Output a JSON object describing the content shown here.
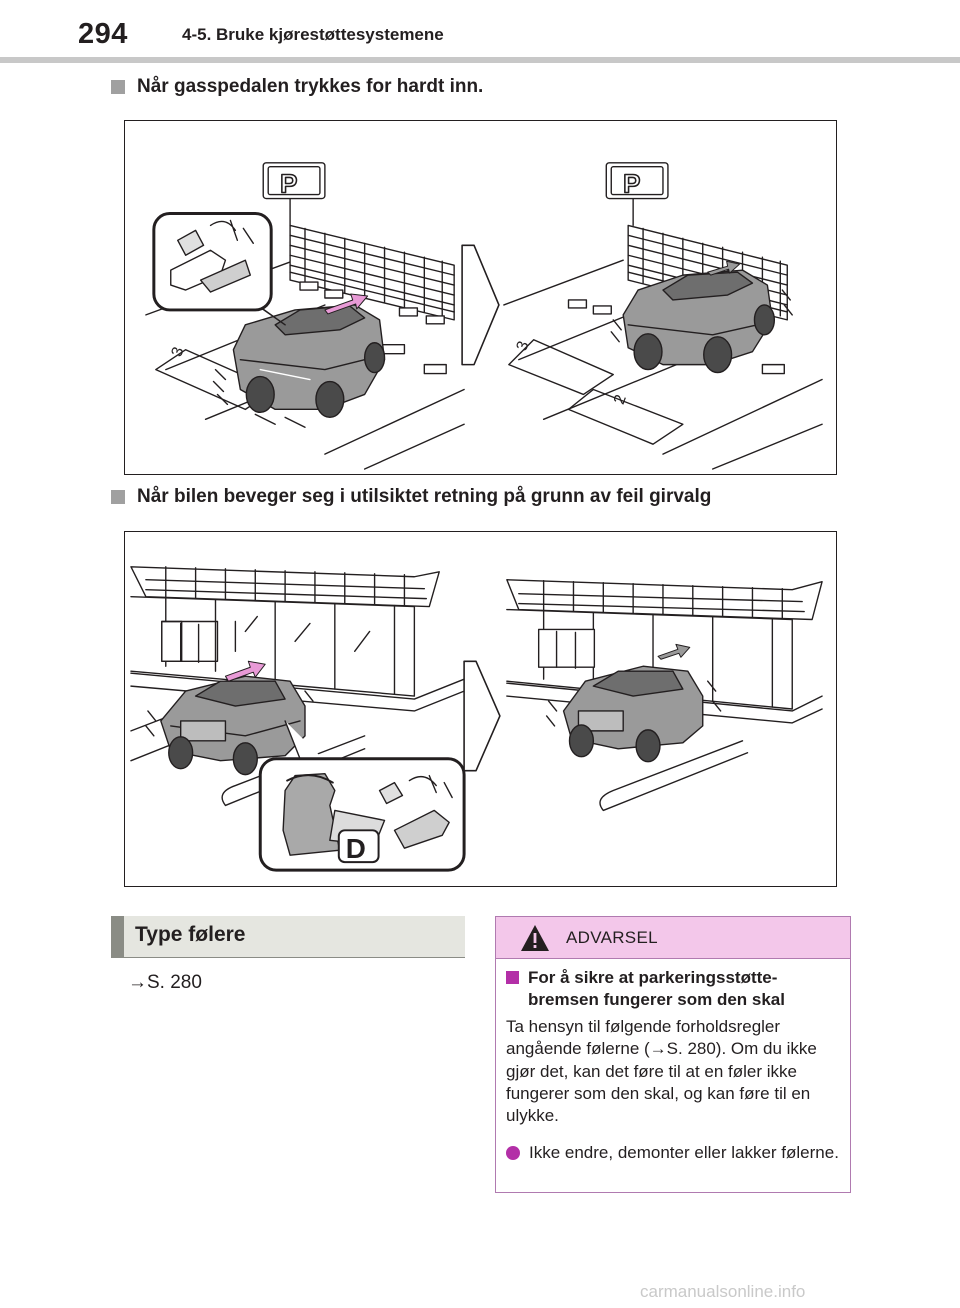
{
  "header": {
    "page_number": "294",
    "chapter_title": "4-5. Bruke kjørestøttesystemene"
  },
  "sections": [
    {
      "heading": "Når gasspedalen trykkes for hardt inn."
    },
    {
      "heading": "Når bilen beveger seg i utilsiktet retning på grunn av feil girvalg"
    }
  ],
  "figure1": {
    "sign_letter_left": "P",
    "sign_letter_right": "P",
    "slot_left": "3",
    "slot_right_a": "3",
    "slot_right_b": "2"
  },
  "figure2": {
    "gear_label": "D"
  },
  "type_sensors": {
    "heading": "Type følere",
    "xref": "→S. 280"
  },
  "warning": {
    "title": "ADVARSEL",
    "bullet_heading": "For å sikre at parkeringsstøtte-bremsen fungerer som den skal",
    "paragraph": "Ta hensyn til følgende forholdsregler angående følerne (→S. 280). Om du ikke gjør det, kan det føre til at en føler ikke fungerer som den skal, og kan føre til en ulykke.",
    "item": "Ikke endre, demonter eller lakker følerne."
  },
  "colors": {
    "accent_warning": "#b32fa7",
    "warning_header_bg": "#f3c7ea",
    "box_heading_bg": "#e5e6e0",
    "arrow_pink": "#e89ad6"
  },
  "watermark": "carmanualsonline.info"
}
